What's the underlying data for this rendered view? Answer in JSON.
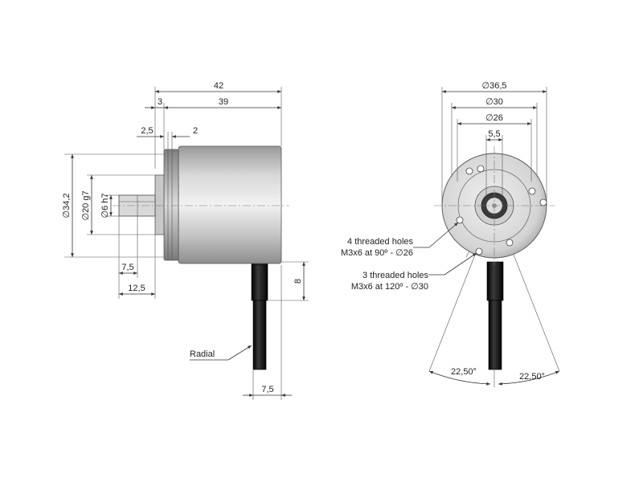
{
  "side_view": {
    "dim_overall_length": "42",
    "dim_flange": "3",
    "dim_body": "39",
    "dim_groove_a": "2,5",
    "dim_groove_b": "2",
    "dim_body_diameter": "∅34,2",
    "dim_spigot_diameter": "∅20 g7",
    "dim_shaft_diameter": "∅6 h7",
    "dim_shaft_flat": "7,5",
    "dim_shaft_length": "12,5",
    "dim_cable_height": "8",
    "dim_cable_offset": "7,5",
    "cable_label": "Radial"
  },
  "front_view": {
    "dim_outer_diameter": "∅36,5",
    "dim_pcd_30": "∅30",
    "dim_pcd_26": "∅26",
    "dim_center": "5,5",
    "note_4_holes_line1": "4 threaded holes",
    "note_4_holes_line2": "M3x6 at 90º - ∅26",
    "note_3_holes_line1": "3 threaded holes",
    "note_3_holes_line2": "M3x6 at 120º - ∅30",
    "angle_left": "22,50°",
    "angle_right": "22,50°"
  },
  "colors": {
    "body_light": "#e6e6e6",
    "body_mid": "#b9b9b9",
    "body_dark": "#8a8a8a",
    "cable": "#141414",
    "line": "#333333"
  }
}
